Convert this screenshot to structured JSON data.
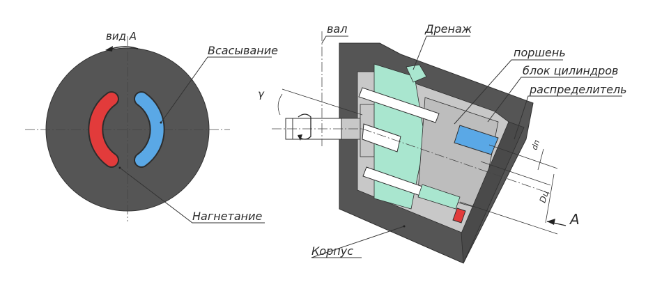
{
  "labels": {
    "view": "вид А",
    "suction": "Всасывание",
    "discharge": "Нагнетание",
    "shaft": "вал",
    "drain": "Дренаж",
    "piston": "поршень",
    "cylinder_block": "блок цилиндров",
    "distributor": "распределитель",
    "housing": "Корпус",
    "gamma": "γ",
    "d_small": "dп",
    "d_big": "Dц",
    "section_a": "А"
  },
  "colors": {
    "housing": "#555555",
    "housing_dark": "#4a4a4a",
    "cavity": "#c8c8c8",
    "block": "#a9e6cf",
    "suction": "#5aa8e6",
    "discharge": "#e23b3b",
    "piston": "#ffffff"
  }
}
